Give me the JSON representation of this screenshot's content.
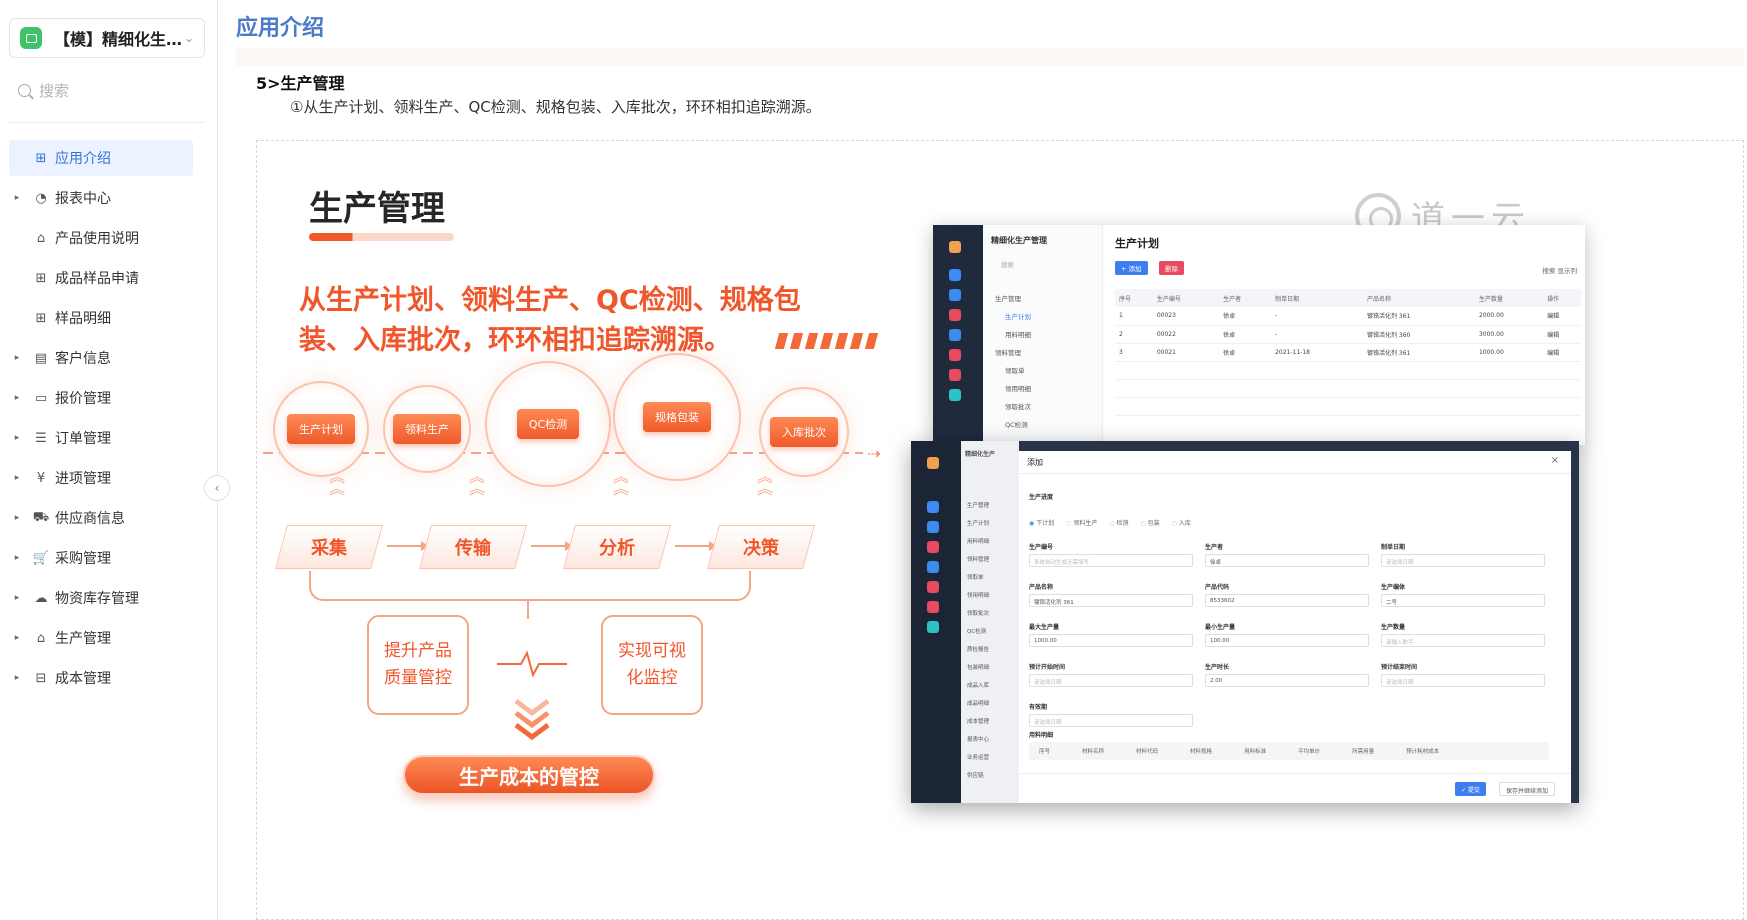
{
  "app": {
    "name": "【模】精细化生产管理"
  },
  "search": {
    "placeholder": "搜索"
  },
  "nav": [
    {
      "label": "应用介绍",
      "icon": "grid-icon",
      "active": true,
      "expandable": false
    },
    {
      "label": "报表中心",
      "icon": "pie-chart-icon",
      "expandable": true
    },
    {
      "label": "产品使用说明",
      "icon": "home-icon",
      "expandable": false
    },
    {
      "label": "成品样品申请",
      "icon": "grid-icon",
      "expandable": false
    },
    {
      "label": "样品明细",
      "icon": "grid-icon",
      "expandable": false
    },
    {
      "label": "客户信息",
      "icon": "document-icon",
      "expandable": true
    },
    {
      "label": "报价管理",
      "icon": "folder-icon",
      "expandable": true
    },
    {
      "label": "订单管理",
      "icon": "list-icon",
      "expandable": true
    },
    {
      "label": "进项管理",
      "icon": "yen-icon",
      "expandable": true
    },
    {
      "label": "供应商信息",
      "icon": "truck-icon",
      "expandable": true
    },
    {
      "label": "采购管理",
      "icon": "cart-icon",
      "expandable": true
    },
    {
      "label": "物资库存管理",
      "icon": "cloud-icon",
      "expandable": true
    },
    {
      "label": "生产管理",
      "icon": "factory-icon",
      "expandable": true
    },
    {
      "label": "成本管理",
      "icon": "ticket-icon",
      "expandable": true
    }
  ],
  "page": {
    "title": "应用介绍",
    "section_heading": "5>生产管理",
    "section_text": "①从生产计划、领料生产、QC检测、规格包装、入库批次，环环相扣追踪溯源。"
  },
  "infographic": {
    "title": "生产管理",
    "brand": "道一云",
    "headline": "从生产计划、领料生产、QC检测、规格包装、入库批次，环环相扣追踪溯源。",
    "pipeline": [
      "生产计划",
      "领料生产",
      "QC检测",
      "规格包装",
      "入库批次"
    ],
    "stages": [
      "采集",
      "传输",
      "分析",
      "决策"
    ],
    "box_left": "提升产品质量管控",
    "box_right": "实现可视化监控",
    "bottom": "生产成本的管控"
  },
  "shot1": {
    "app_title": "精细化生产管理",
    "page_title": "生产计划",
    "search_placeholder": "搜索",
    "add_btn": "+ 添加",
    "del_btn": "删除",
    "links": "搜索   显示列",
    "tree": [
      "生产管理",
      "生产计划",
      "用料明细",
      "领料管理",
      "领取单",
      "领用明细",
      "领取批次",
      "QC检测"
    ],
    "columns": [
      "序号",
      "生产编号",
      "生产者",
      "制单日期",
      "产品名称",
      "生产数量",
      "操作"
    ],
    "rows": [
      [
        "1",
        "00023",
        "徐卓",
        "-",
        "镀铬活化剂 361",
        "2000.00",
        "编辑"
      ],
      [
        "2",
        "00022",
        "徐卓",
        "-",
        "镀铬活化剂 360",
        "3000.00",
        "编辑"
      ],
      [
        "3",
        "00021",
        "徐卓",
        "2021-11-18",
        "镀铬活化剂 361",
        "1000.00",
        "编辑"
      ]
    ]
  },
  "shot2": {
    "app_title": "精细化生产",
    "modal_title": "添加",
    "close": "×",
    "progress_label": "生产进度",
    "progress_options": [
      "下计划",
      "领料生产",
      "检测",
      "包装",
      "入库"
    ],
    "fields": [
      {
        "label": "生产编号",
        "value": "系统自动生成无需填写",
        "placeholder": true
      },
      {
        "label": "生产者",
        "value": "徐卓",
        "placeholder": false
      },
      {
        "label": "制单日期",
        "value": "请选择日期",
        "placeholder": true
      },
      {
        "label": "产品名称",
        "value": "镀铬活化剂 361",
        "placeholder": false
      },
      {
        "label": "产品代码",
        "value": "8533602",
        "placeholder": false
      },
      {
        "label": "生产编体",
        "value": "二号",
        "placeholder": false
      },
      {
        "label": "最大生产量",
        "value": "1000.00",
        "placeholder": false
      },
      {
        "label": "最小生产量",
        "value": "100.00",
        "placeholder": false
      },
      {
        "label": "生产数量",
        "value": "请输入数字",
        "placeholder": true
      },
      {
        "label": "预计开始时间",
        "value": "请选择日期",
        "placeholder": true
      },
      {
        "label": "生产时长",
        "value": "2.00",
        "placeholder": false
      },
      {
        "label": "预计结束时间",
        "value": "请选择日期",
        "placeholder": true
      },
      {
        "label": "有效期",
        "value": "请选择日期",
        "placeholder": true
      }
    ],
    "detail_label": "用料明细",
    "detail_columns": [
      "序号",
      "材料名称",
      "材料代码",
      "材料规格",
      "用料标准",
      "平均单价",
      "所需用量",
      "预计耗材成本"
    ],
    "submit": "✓ 提交",
    "save_continue": "保存并继续添加",
    "side_items": [
      "生产管理",
      "生产计划",
      "用料明细",
      "领料管理",
      "领取单",
      "领用明细",
      "领取批次",
      "QC检测",
      "质检报告",
      "包装明细",
      "成品入库",
      "成品明细",
      "成本管理",
      "报表中心",
      "业务运营",
      "供应链"
    ]
  }
}
